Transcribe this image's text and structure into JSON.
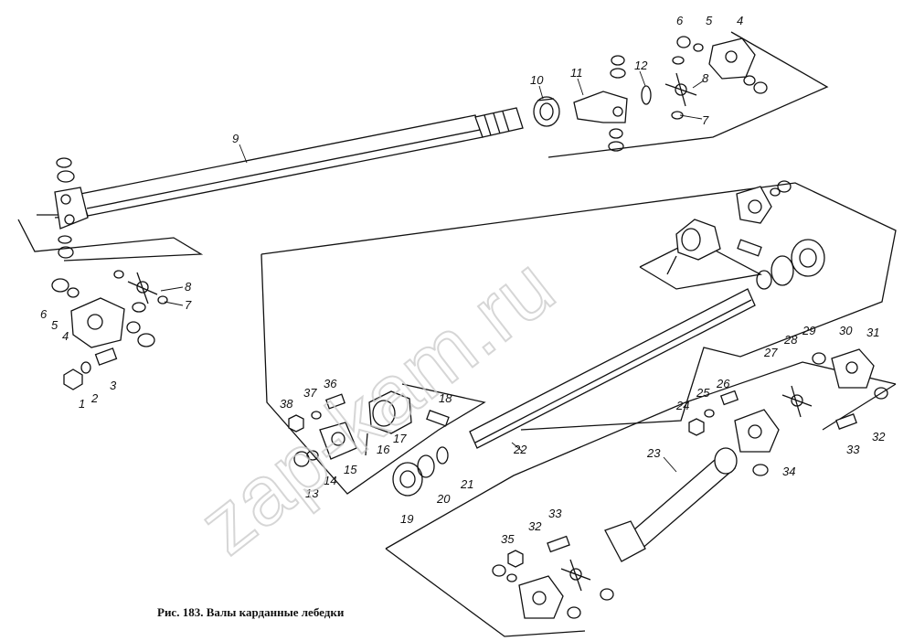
{
  "caption": "Рис. 183. Валы карданные лебедки",
  "watermark": "zap-kam.ru",
  "callouts": [
    "1",
    "2",
    "3",
    "4",
    "5",
    "6",
    "7",
    "8",
    "9",
    "10",
    "11",
    "12",
    "13",
    "14",
    "15",
    "16",
    "17",
    "18",
    "19",
    "20",
    "21",
    "22",
    "23",
    "24",
    "25",
    "26",
    "27",
    "28",
    "29",
    "30",
    "31",
    "32",
    "33",
    "34",
    "35",
    "36",
    "37",
    "38"
  ],
  "colors": {
    "ink": "#111111",
    "paper": "#ffffff",
    "watermark": "#c9c9c9"
  }
}
